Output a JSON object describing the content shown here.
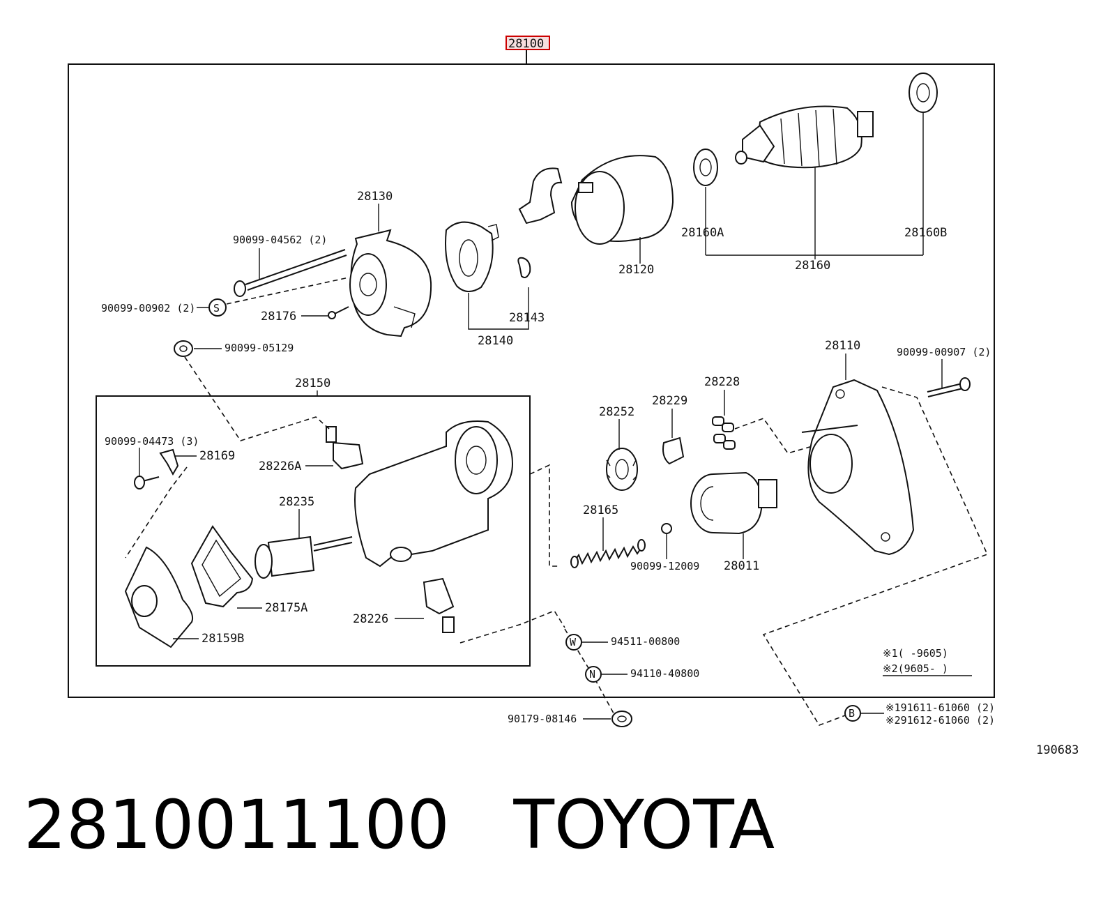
{
  "assembly_ref": "28100",
  "parts": {
    "p28130": "28130",
    "p90099_04562": "90099-04562 (2)",
    "p90099_00902": "90099-00902 (2)",
    "p28176": "28176",
    "p90099_05129": "90099-05129",
    "p28140": "28140",
    "p28143": "28143",
    "p28120": "28120",
    "p28160A": "28160A",
    "p28160": "28160",
    "p28160B": "28160B",
    "p28150": "28150",
    "p90099_04473": "90099-04473 (3)",
    "p28169": "28169",
    "p28226A": "28226A",
    "p28235": "28235",
    "p28175A": "28175A",
    "p28159B": "28159B",
    "p28226": "28226",
    "p28252": "28252",
    "p28229": "28229",
    "p28228": "28228",
    "p28110": "28110",
    "p90099_00907": "90099-00907 (2)",
    "p28165": "28165",
    "p90099_12009": "90099-12009",
    "p28011": "28011",
    "p94511_00800": "94511-00800",
    "p94110_40800": "94110-40800",
    "p90179_08146": "90179-08146",
    "p91611": "※191611-61060 (2)",
    "p91612": "※291612-61060 (2)"
  },
  "symbols": {
    "s": "S",
    "w": "W",
    "n": "N",
    "b": "B"
  },
  "notes": {
    "note1": "※1(    -9605)",
    "note2": "※2(9605-     )"
  },
  "diagram_code": "190683",
  "caption": {
    "part_number": "2810011100",
    "brand": "TOYOTA"
  },
  "colors": {
    "highlight": "#cc0000",
    "line": "#111111"
  }
}
